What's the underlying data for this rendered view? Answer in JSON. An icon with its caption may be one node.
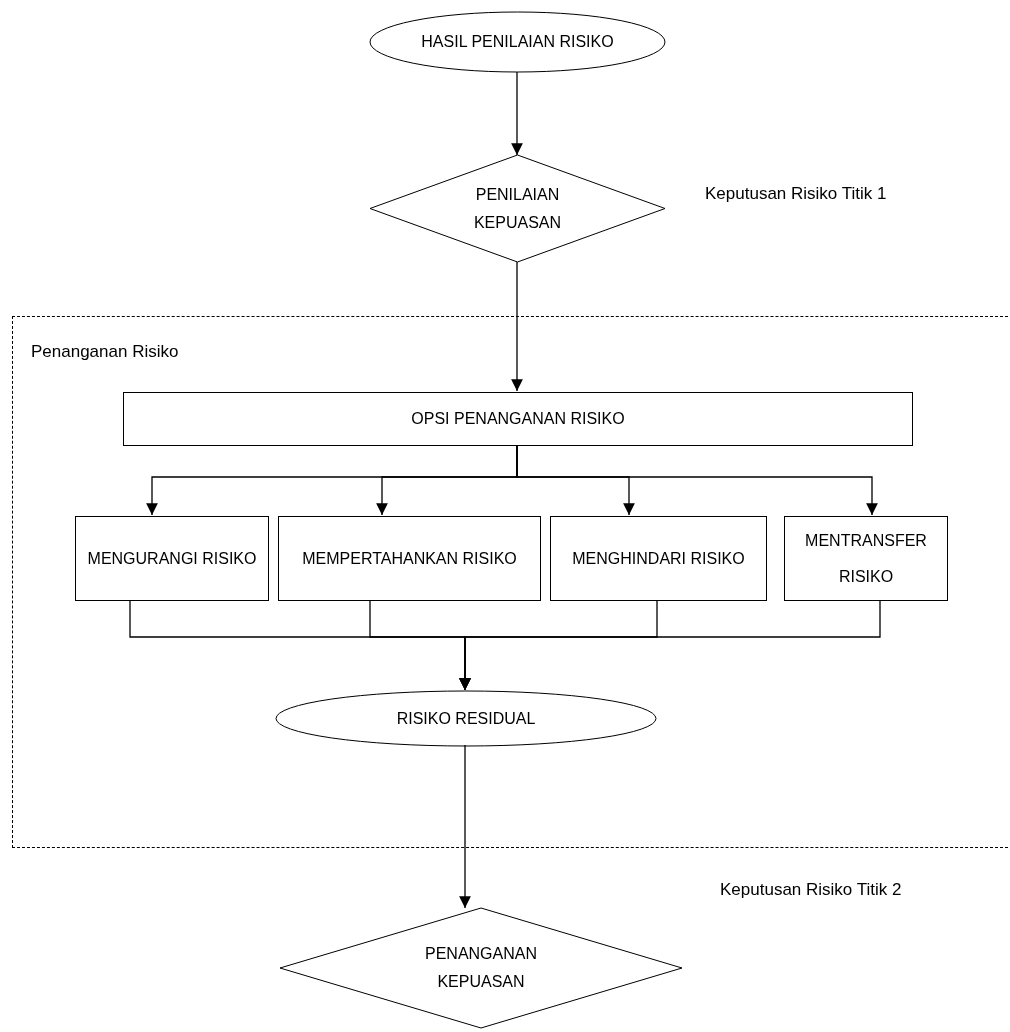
{
  "diagram": {
    "nodes": [
      {
        "text": [
          "HASIL PENILAIAN RISIKO"
        ]
      },
      {
        "text": [
          "PENILAIAN KEPUASAN"
        ],
        "beside": [
          "Keputusan Risiko Titik 1"
        ]
      },
      {
        "text": [
          "Penanganan Risiko"
        ]
      },
      {
        "text": [
          "OPSI PENANGANAN RISIKO"
        ],
        "in": 2
      },
      {
        "text": [
          "MENGURANGI RISIKO"
        ],
        "in": 2
      },
      {
        "text": [
          "MEMPERTAHANKAN RISIKO"
        ],
        "in": 2
      },
      {
        "text": [
          "MENGHINDARI RISIKO"
        ],
        "in": 2
      },
      {
        "text": [
          "MENTRANSFER RISIKO"
        ],
        "in": 2
      },
      {
        "text": [
          "RISIKO RESIDUAL"
        ],
        "in": 2
      },
      {
        "text": [
          "PENANGANAN KEPUASAN"
        ],
        "beside": [
          "Keputusan Risiko Titik 2"
        ]
      }
    ],
    "edges": [
      {
        "from": 0,
        "to": 1,
        "arrow": "to"
      },
      {
        "from": 1,
        "to": 3,
        "arrow": "to"
      },
      {
        "from": 3,
        "to": 4,
        "arrow": "to"
      },
      {
        "from": 3,
        "to": 5,
        "arrow": "to"
      },
      {
        "from": 3,
        "to": 6,
        "arrow": "to"
      },
      {
        "from": 3,
        "to": 7,
        "arrow": "to"
      },
      {
        "from": 4,
        "to": 8,
        "arrow": "to"
      },
      {
        "from": 5,
        "to": 8,
        "arrow": "to"
      },
      {
        "from": 6,
        "to": 8,
        "arrow": "to"
      },
      {
        "from": 7,
        "to": 8,
        "arrow": "to"
      },
      {
        "from": 8,
        "to": 9,
        "arrow": "to"
      }
    ]
  }
}
